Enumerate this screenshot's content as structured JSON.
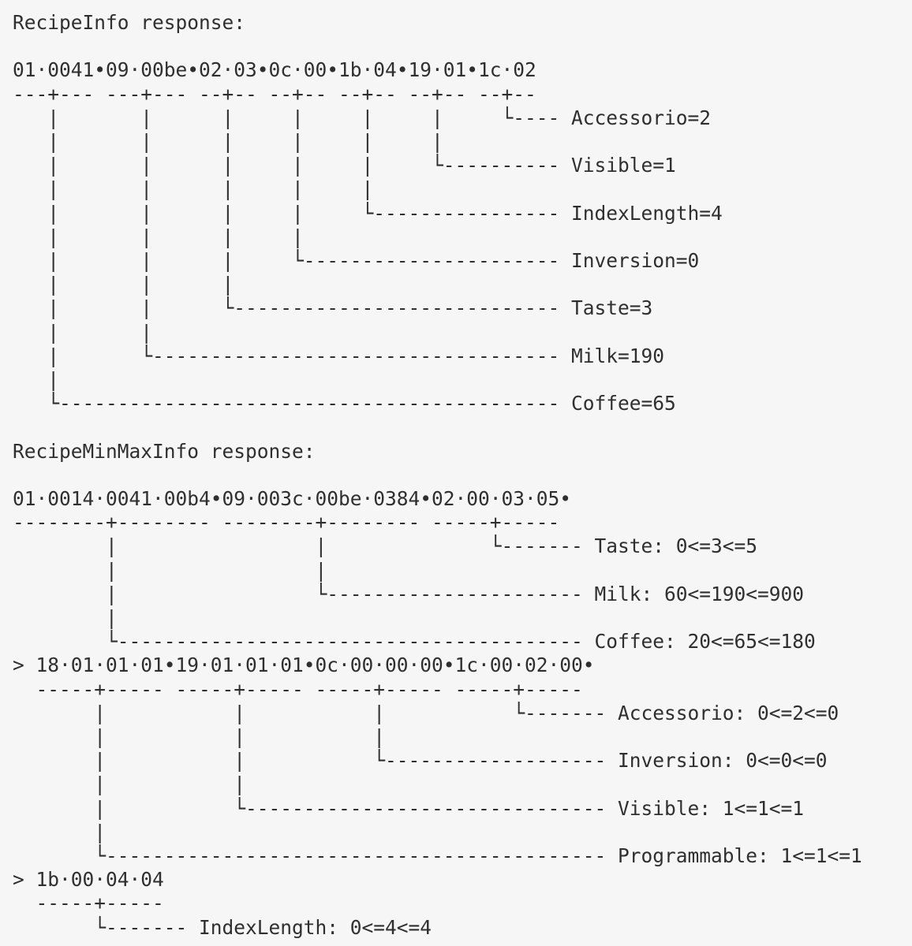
{
  "lines": [
    "RecipeInfo response:",
    "",
    "01·0041•09·00be•02·03•0c·00•1b·04•19·01•1c·02",
    "---+--- ---+--- --+-- --+-- --+-- --+-- --+--",
    "   |       |      |     |     |     |     └---- Accessorio=2",
    "   |       |      |     |     |     |",
    "   |       |      |     |     |     └---------- Visible=1",
    "   |       |      |     |     |",
    "   |       |      |     |     └---------------- IndexLength=4",
    "   |       |      |     |",
    "   |       |      |     └---------------------- Inversion=0",
    "   |       |      |",
    "   |       |      └---------------------------- Taste=3",
    "   |       |",
    "   |       └----------------------------------- Milk=190",
    "   |",
    "   └------------------------------------------- Coffee=65",
    "",
    "RecipeMinMaxInfo response:",
    "",
    "01·0014·0041·00b4•09·003c·00be·0384•02·00·03·05•",
    "--------+-------- --------+-------- -----+-----",
    "        |                 |              └------- Taste: 0<=3<=5",
    "        |                 |",
    "        |                 └---------------------- Milk: 60<=190<=900",
    "        |",
    "        └---------------------------------------- Coffee: 20<=65<=180",
    "> 18·01·01·01•19·01·01·01•0c·00·00·00•1c·00·02·00•",
    "  -----+----- -----+----- -----+----- -----+-----",
    "       |           |           |           └------- Accessorio: 0<=2<=0",
    "       |           |           |",
    "       |           |           └------------------- Inversion: 0<=0<=0",
    "       |           |",
    "       |           └------------------------------- Visible: 1<=1<=1",
    "       |",
    "       └------------------------------------------- Programmable: 1<=1<=1",
    "> 1b·00·04·04",
    "  -----+-----",
    "       └------- IndexLength: 0<=4<=4"
  ]
}
